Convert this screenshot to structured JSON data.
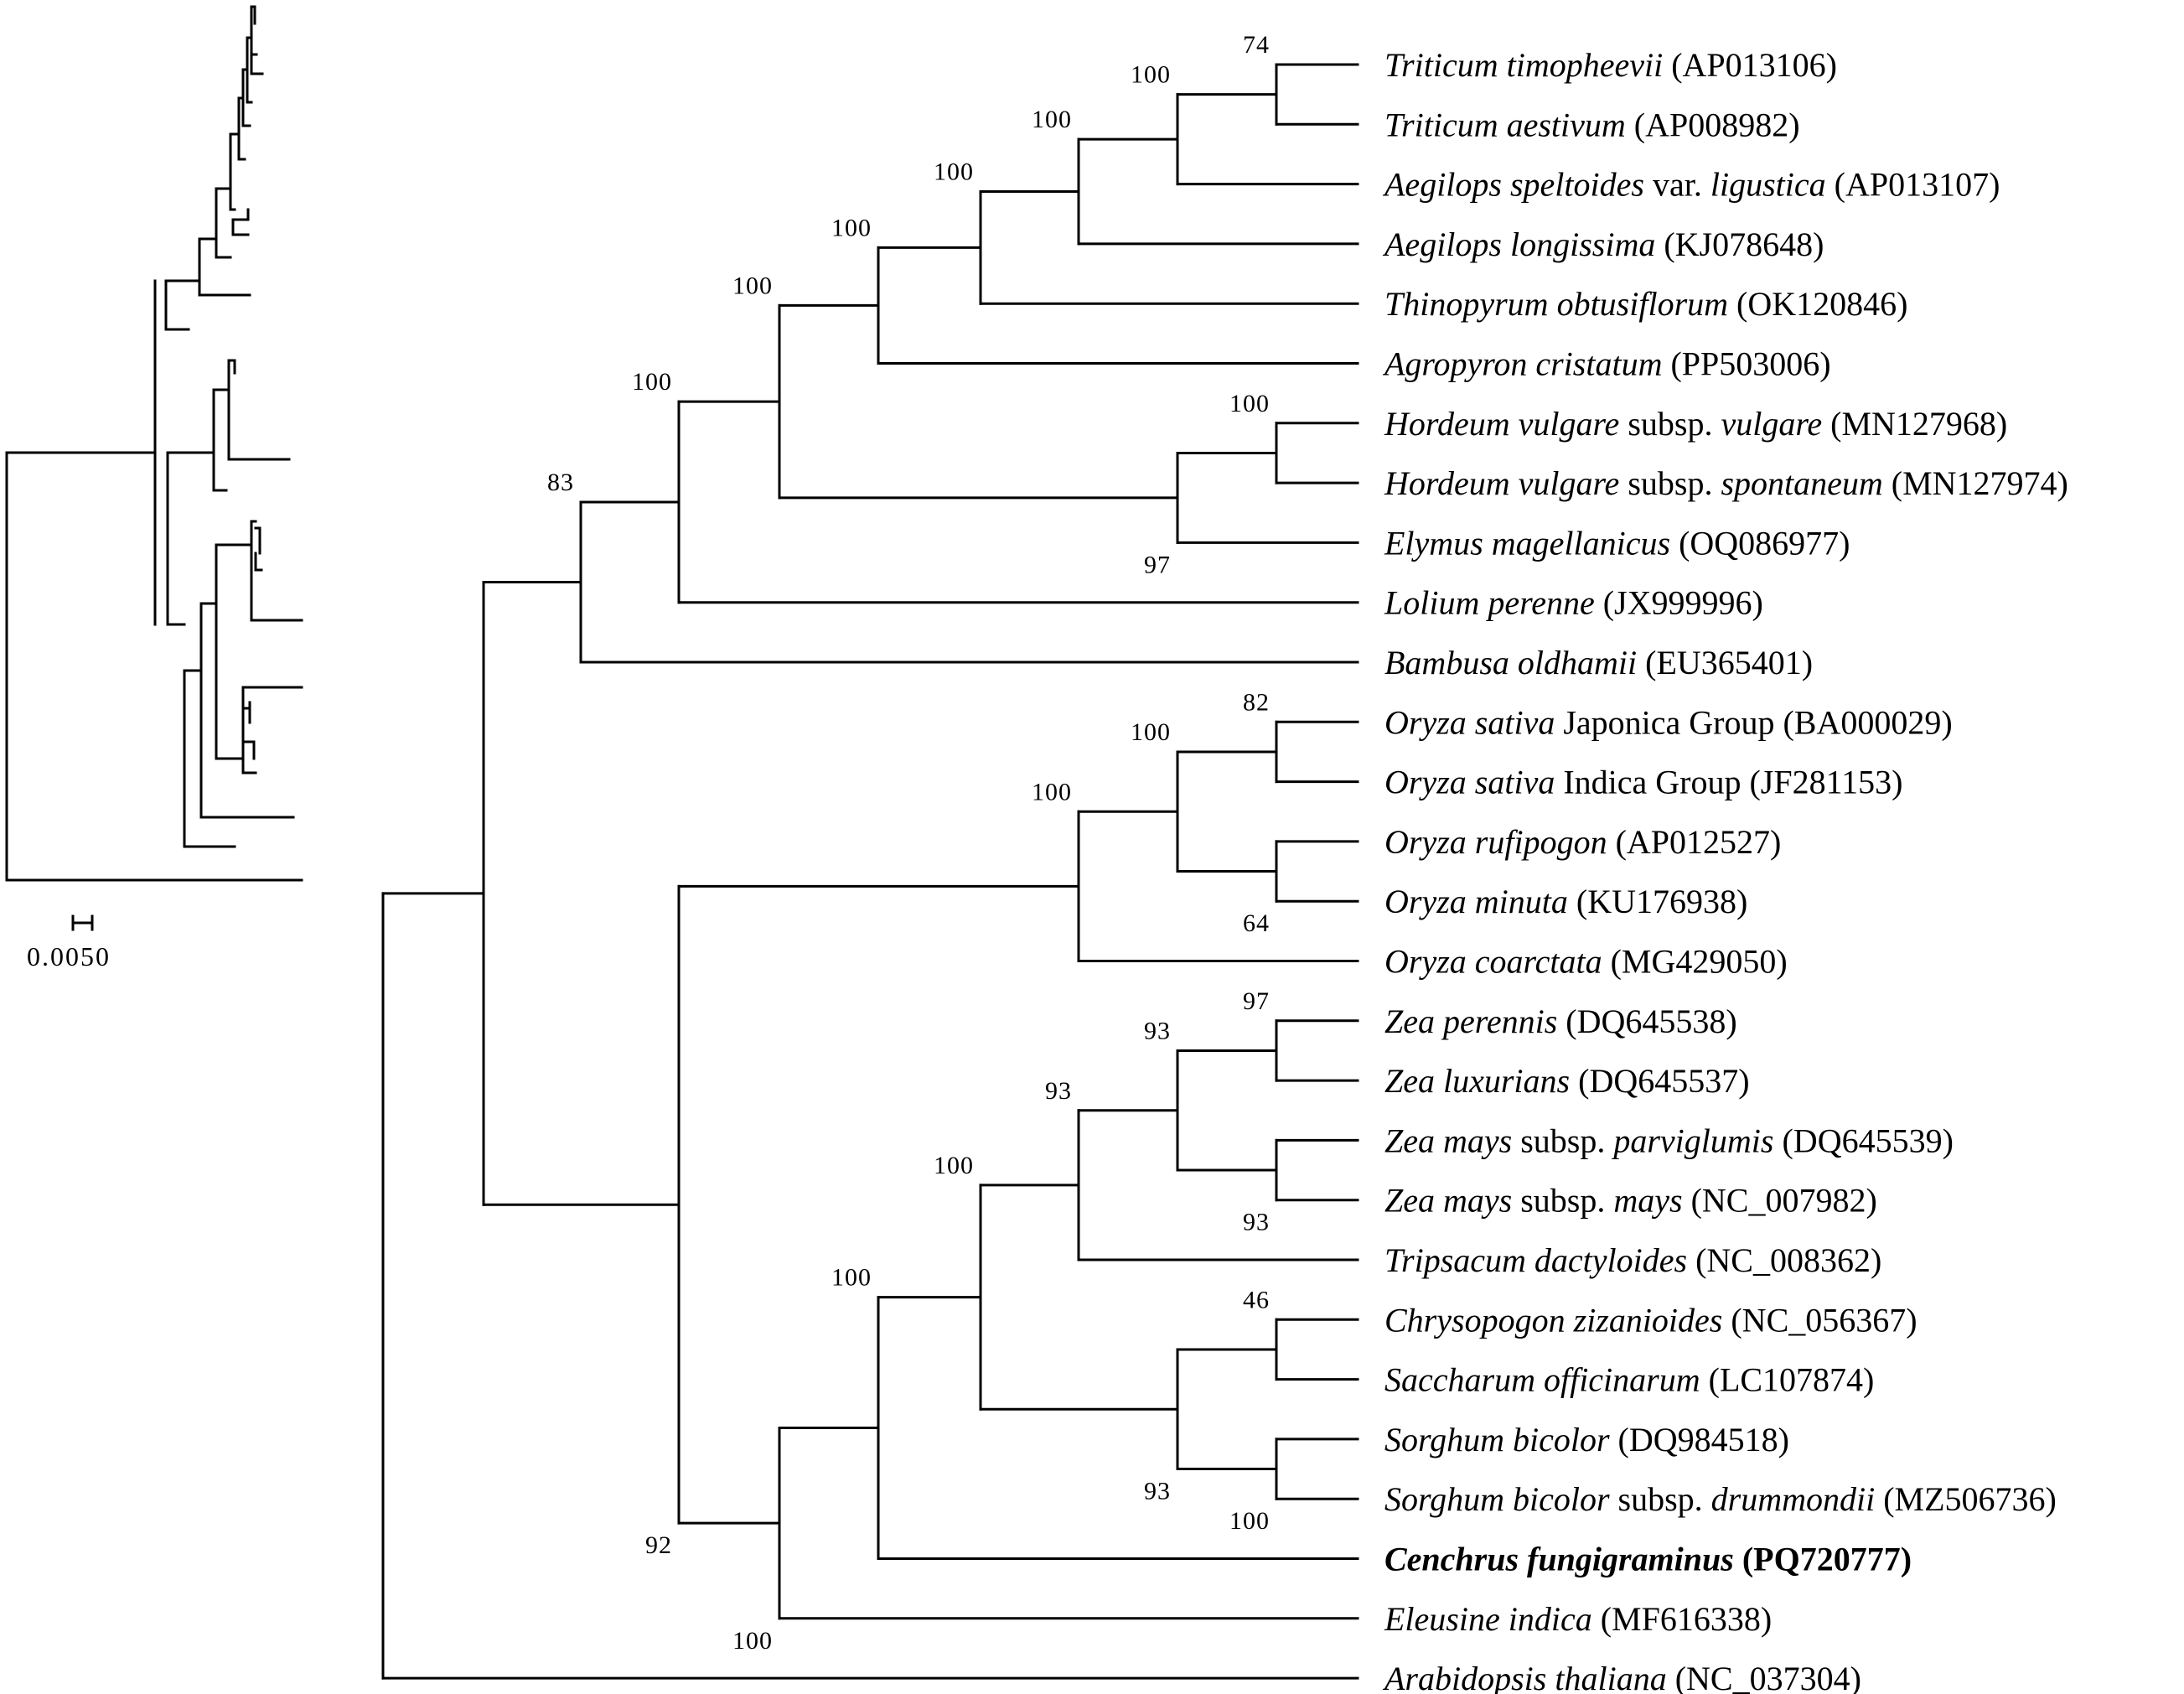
{
  "scale_bar": {
    "label": "0.0050"
  },
  "support_values": [
    {
      "id": "n_trit",
      "text": "74"
    },
    {
      "id": "n_aeg1",
      "text": "100"
    },
    {
      "id": "n_aeg2",
      "text": "100"
    },
    {
      "id": "n_thin",
      "text": "100"
    },
    {
      "id": "n_agro",
      "text": "100"
    },
    {
      "id": "n_hord",
      "text": "100"
    },
    {
      "id": "n_hordely",
      "text": "97"
    },
    {
      "id": "n_trit_hord",
      "text": "100"
    },
    {
      "id": "n_lol",
      "text": "100"
    },
    {
      "id": "n_bamb",
      "text": "83"
    },
    {
      "id": "n_oryza_sat",
      "text": "82"
    },
    {
      "id": "n_oryza_rm",
      "text": "64"
    },
    {
      "id": "n_oryza_4",
      "text": "100"
    },
    {
      "id": "n_oryza_all",
      "text": "100"
    },
    {
      "id": "n_zea_pl",
      "text": "97"
    },
    {
      "id": "n_zea_mays",
      "text": "93"
    },
    {
      "id": "n_zea_all",
      "text": "93"
    },
    {
      "id": "n_zea_trip",
      "text": "93"
    },
    {
      "id": "n_chry_sacc",
      "text": "46"
    },
    {
      "id": "n_sorg",
      "text": "100"
    },
    {
      "id": "n_cs_sorg",
      "text": "93"
    },
    {
      "id": "n_andro",
      "text": "100"
    },
    {
      "id": "n_cench",
      "text": "100"
    },
    {
      "id": "n_eleu",
      "text": "100"
    },
    {
      "id": "n_pacmad",
      "text": "92"
    }
  ],
  "taxa": [
    {
      "id": "t01",
      "parts": [
        {
          "t": "Triticum timopheevii",
          "i": true
        },
        {
          "t": " (AP013106)",
          "i": false
        }
      ]
    },
    {
      "id": "t02",
      "parts": [
        {
          "t": "Triticum aestivum",
          "i": true
        },
        {
          "t": " (AP008982)",
          "i": false
        }
      ]
    },
    {
      "id": "t03",
      "parts": [
        {
          "t": "Aegilops speltoides",
          "i": true
        },
        {
          "t": " var. ",
          "i": false
        },
        {
          "t": "ligustica",
          "i": true
        },
        {
          "t": " (AP013107)",
          "i": false
        }
      ]
    },
    {
      "id": "t04",
      "parts": [
        {
          "t": "Aegilops longissima",
          "i": true
        },
        {
          "t": " (KJ078648)",
          "i": false
        }
      ]
    },
    {
      "id": "t05",
      "parts": [
        {
          "t": "Thinopyrum obtusiflorum",
          "i": true
        },
        {
          "t": " (OK120846)",
          "i": false
        }
      ]
    },
    {
      "id": "t06",
      "parts": [
        {
          "t": "Agropyron cristatum",
          "i": true
        },
        {
          "t": " (PP503006)",
          "i": false
        }
      ]
    },
    {
      "id": "t07",
      "parts": [
        {
          "t": "Hordeum vulgare",
          "i": true
        },
        {
          "t": " subsp. ",
          "i": false
        },
        {
          "t": "vulgare",
          "i": true
        },
        {
          "t": " (MN127968)",
          "i": false
        }
      ]
    },
    {
      "id": "t08",
      "parts": [
        {
          "t": "Hordeum vulgare",
          "i": true
        },
        {
          "t": " subsp. ",
          "i": false
        },
        {
          "t": "spontaneum",
          "i": true
        },
        {
          "t": " (MN127974)",
          "i": false
        }
      ]
    },
    {
      "id": "t09",
      "parts": [
        {
          "t": "Elymus magellanicus",
          "i": true
        },
        {
          "t": " (OQ086977)",
          "i": false
        }
      ]
    },
    {
      "id": "t10",
      "parts": [
        {
          "t": "Lolium perenne",
          "i": true
        },
        {
          "t": " (JX999996)",
          "i": false
        }
      ]
    },
    {
      "id": "t11",
      "parts": [
        {
          "t": "Bambusa oldhamii",
          "i": true
        },
        {
          "t": " (EU365401)",
          "i": false
        }
      ]
    },
    {
      "id": "t12",
      "parts": [
        {
          "t": "Oryza sativa",
          "i": true
        },
        {
          "t": " Japonica Group (BA000029)",
          "i": false
        }
      ]
    },
    {
      "id": "t13",
      "parts": [
        {
          "t": "Oryza sativa",
          "i": true
        },
        {
          "t": " Indica Group (JF281153)",
          "i": false
        }
      ]
    },
    {
      "id": "t14",
      "parts": [
        {
          "t": "Oryza rufipogon",
          "i": true
        },
        {
          "t": " (AP012527)",
          "i": false
        }
      ]
    },
    {
      "id": "t15",
      "parts": [
        {
          "t": "Oryza minuta",
          "i": true
        },
        {
          "t": " (KU176938)",
          "i": false
        }
      ]
    },
    {
      "id": "t16",
      "parts": [
        {
          "t": "Oryza coarctata",
          "i": true
        },
        {
          "t": " (MG429050)",
          "i": false
        }
      ]
    },
    {
      "id": "t17",
      "parts": [
        {
          "t": "Zea perennis",
          "i": true
        },
        {
          "t": " (DQ645538)",
          "i": false
        }
      ]
    },
    {
      "id": "t18",
      "parts": [
        {
          "t": "Zea luxurians",
          "i": true
        },
        {
          "t": " (DQ645537)",
          "i": false
        }
      ]
    },
    {
      "id": "t19",
      "parts": [
        {
          "t": "Zea mays",
          "i": true
        },
        {
          "t": " subsp. ",
          "i": false
        },
        {
          "t": "parviglumis",
          "i": true
        },
        {
          "t": " (DQ645539)",
          "i": false
        }
      ]
    },
    {
      "id": "t20",
      "parts": [
        {
          "t": "Zea mays",
          "i": true
        },
        {
          "t": " subsp. ",
          "i": false
        },
        {
          "t": "mays",
          "i": true
        },
        {
          "t": " (NC_007982)",
          "i": false
        }
      ]
    },
    {
      "id": "t21",
      "parts": [
        {
          "t": "Tripsacum dactyloides",
          "i": true
        },
        {
          "t": " (NC_008362)",
          "i": false
        }
      ]
    },
    {
      "id": "t22",
      "parts": [
        {
          "t": "Chrysopogon zizanioides",
          "i": true
        },
        {
          "t": " (NC_056367)",
          "i": false
        }
      ]
    },
    {
      "id": "t23",
      "parts": [
        {
          "t": "Saccharum officinarum",
          "i": true
        },
        {
          "t": " (LC107874)",
          "i": false
        }
      ]
    },
    {
      "id": "t24",
      "parts": [
        {
          "t": "Sorghum bicolor",
          "i": true
        },
        {
          "t": " (DQ984518)",
          "i": false
        }
      ]
    },
    {
      "id": "t25",
      "parts": [
        {
          "t": "Sorghum bicolor",
          "i": true
        },
        {
          "t": " subsp. ",
          "i": false
        },
        {
          "t": "drummondii",
          "i": true
        },
        {
          "t": " (MZ506736)",
          "i": false
        }
      ]
    },
    {
      "id": "t26",
      "highlight": true,
      "parts": [
        {
          "t": "Cenchrus fungigraminus",
          "i": true
        },
        {
          "t": " (PQ720777)",
          "i": false
        }
      ]
    },
    {
      "id": "t27",
      "parts": [
        {
          "t": "Eleusine indica",
          "i": true
        },
        {
          "t": " (MF616338)",
          "i": false
        }
      ]
    },
    {
      "id": "t28",
      "parts": [
        {
          "t": "Arabidopsis thaliana",
          "i": true
        },
        {
          "t": " (NC_037304)",
          "i": false
        }
      ]
    }
  ]
}
